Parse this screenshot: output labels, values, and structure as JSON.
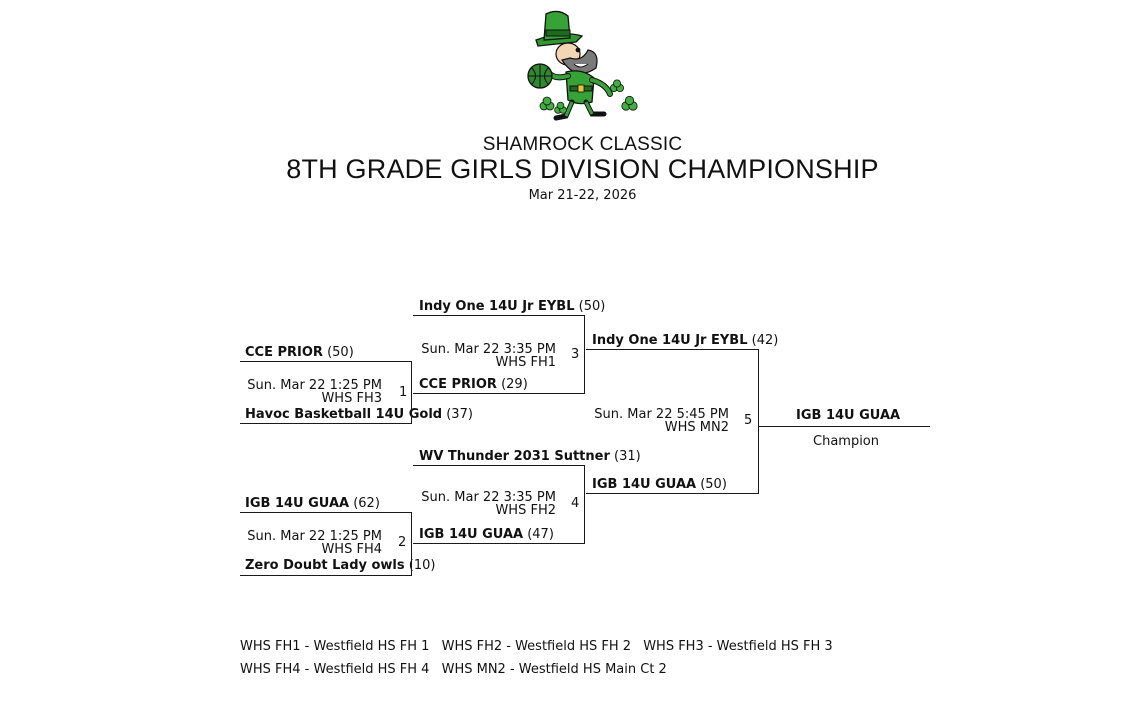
{
  "header": {
    "event": "SHAMROCK CLASSIC",
    "division": "8TH GRADE GIRLS DIVISION CHAMPIONSHIP",
    "dates": "Mar 21-22, 2026"
  },
  "games": {
    "g1": {
      "number": "1",
      "date": "Sun. Mar 22 1:25 PM",
      "venue": "WHS FH3",
      "top": {
        "team": "CCE PRIOR",
        "score": "(50)"
      },
      "bottom": {
        "team": "Havoc Basketball 14U Gold",
        "score": "(37)"
      }
    },
    "g2": {
      "number": "2",
      "date": "Sun. Mar 22 1:25 PM",
      "venue": "WHS FH4",
      "top": {
        "team": "IGB 14U GUAA",
        "score": "(62)"
      },
      "bottom": {
        "team": "Zero Doubt Lady owls",
        "score": "(10)"
      }
    },
    "g3": {
      "number": "3",
      "date": "Sun. Mar 22 3:35 PM",
      "venue": "WHS FH1",
      "top": {
        "team": "Indy One 14U Jr EYBL",
        "score": "(50)"
      },
      "bottom": {
        "team": "CCE PRIOR",
        "score": "(29)"
      }
    },
    "g4": {
      "number": "4",
      "date": "Sun. Mar 22 3:35 PM",
      "venue": "WHS FH2",
      "top": {
        "team": "WV Thunder 2031 Suttner",
        "score": "(31)"
      },
      "bottom": {
        "team": "IGB 14U GUAA",
        "score": "(47)"
      }
    },
    "g5": {
      "number": "5",
      "date": "Sun. Mar 22 5:45 PM",
      "venue": "WHS MN2",
      "top": {
        "team": "Indy One 14U Jr EYBL",
        "score": "(42)"
      },
      "bottom": {
        "team": "IGB 14U GUAA",
        "score": "(50)"
      }
    }
  },
  "champion": {
    "team": "IGB 14U GUAA",
    "label": "Champion"
  },
  "legend": {
    "row1": [
      "WHS FH1 - Westfield HS FH 1",
      "WHS FH2 - Westfield HS FH 2",
      "WHS FH3 - Westfield HS FH 3"
    ],
    "row2": [
      "WHS FH4 - Westfield HS FH 4",
      "WHS MN2 - Westfield HS Main Ct 2"
    ]
  },
  "colors": {
    "leprechaun_green": "#2e9a2e",
    "dark_green": "#1d6b1d",
    "basketball": "#2f8a2f"
  }
}
